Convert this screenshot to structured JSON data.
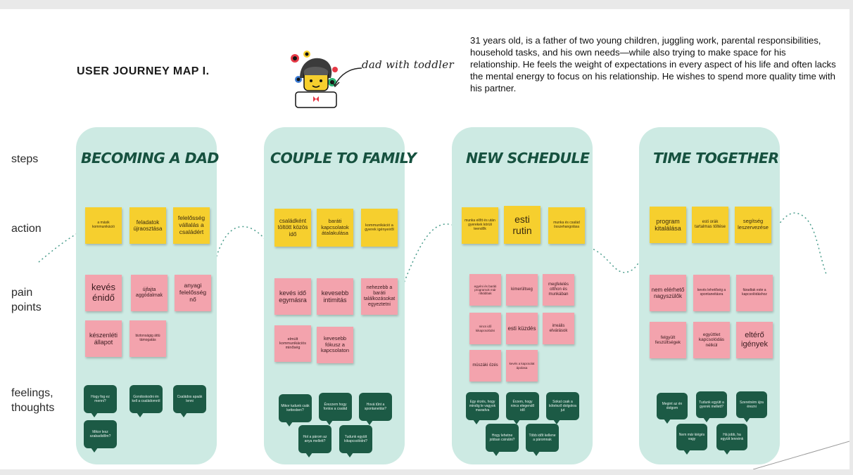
{
  "header": {
    "title": "USER JOURNEY MAP I.",
    "persona_label": "dad with toddler",
    "description": "31 years old, is a father of two young children, juggling work, parental responsibilities, household tasks, and his own needs—while also trying to make space for his relationship. He feels the weight of expectations in every aspect of his life and often lacks the mental energy to focus on his relationship. He wishes to spend more quality time with his partner."
  },
  "rows": {
    "steps": "steps",
    "action": "action",
    "pain_1": "pain",
    "pain_2": "points",
    "feel_1": "feelings,",
    "feel_2": "thoughts"
  },
  "stages": [
    {
      "title": "BECOMING A DAD",
      "actions": [
        "a másik kommunikáció",
        "feladatok újraosztása",
        "felelősség vállalás a családért"
      ],
      "pains": [
        "kevés énidő",
        "újfajta aggódalmak",
        "anyagi felelősség nő",
        "készenléti állapot",
        "biztonságig áttü támogatás"
      ],
      "thoughts": [
        "Hogy fog ez menni?",
        "Gondoskodni én kell a családomról",
        "Családos apaák lenni",
        "Mikor lesz szabadidőm?"
      ]
    },
    {
      "title": "COUPLE TO FAMILY",
      "actions": [
        "családként töltött közös idő",
        "baráti kapcsolatok átalakulása",
        "kommunikáció a gyerek igényeiről"
      ],
      "pains": [
        "kevés idő egymásra",
        "kevesebb intimitás",
        "nehezebb a baráti találkozásokat egyeztetni",
        "elmúlt kommunikációs minőség",
        "kevesebb fókusz a kapcsolaton"
      ],
      "thoughts": [
        "Mikor tudunk csák kettesben?",
        "Érezzem hogy fontos a család",
        "Hová tűnt a spontaneitás?",
        "Hol a párom az anya mellett?",
        "Tudunk együtt kikapcsolódni?"
      ]
    },
    {
      "title": "NEW SCHEDULE",
      "actions": [
        "munka előtt és után gyerekek körüli teendők",
        "esti rutin",
        "munka és család összehangolása"
      ],
      "pains": [
        "egyéni és baráti programok már ritkábbak",
        "kimerültseg",
        "megfelelés otthon és munkában",
        "nincs idő kikapcsolódni",
        "esti küzdés",
        "irreális elvárások",
        "müszáki özés",
        "kevés a kapcsolat ápolasa"
      ],
      "thoughts": [
        "Egy érzés, hogy mindig le vagyok maradva",
        "Érzem, hogy nincs elegendő idő",
        "Sokat csak a kötelező dolgokra jut",
        "Hogy lehetne jobban csinálni?",
        "Több időt kellene a páromnak"
      ]
    },
    {
      "title": "TIME TOGETHER",
      "actions": [
        "program kitalálása",
        "esti orák tartalmas töltése",
        "segítség leszervezése"
      ],
      "pains": [
        "nem elérhető nagyszülők",
        "kevés lehetőség a spontaneitásra",
        "fáradtak este a kapcsolódáshoz",
        "felgyült feszültségek",
        "együttlet kapcsolódás nélkül",
        "eltérő igények"
      ],
      "thoughts": [
        "Megint az én dolgom",
        "Tudunk együtt a gyerek mellett?",
        "Szeretném újra érezni",
        "Nem már kiégés vagy",
        "Há jobb, ha együtt lennénk"
      ]
    }
  ],
  "colors": {
    "lane": "#cdeae3",
    "step_title": "#16513f",
    "sticky_yellow": "#f6cf2e",
    "sticky_pink": "#f3a3ad",
    "bubble": "#1c5a45",
    "wave": "#4a9d8c"
  },
  "icons": {
    "avatar": "dad-avatar-icon",
    "arrow": "curved-arrow-icon"
  }
}
